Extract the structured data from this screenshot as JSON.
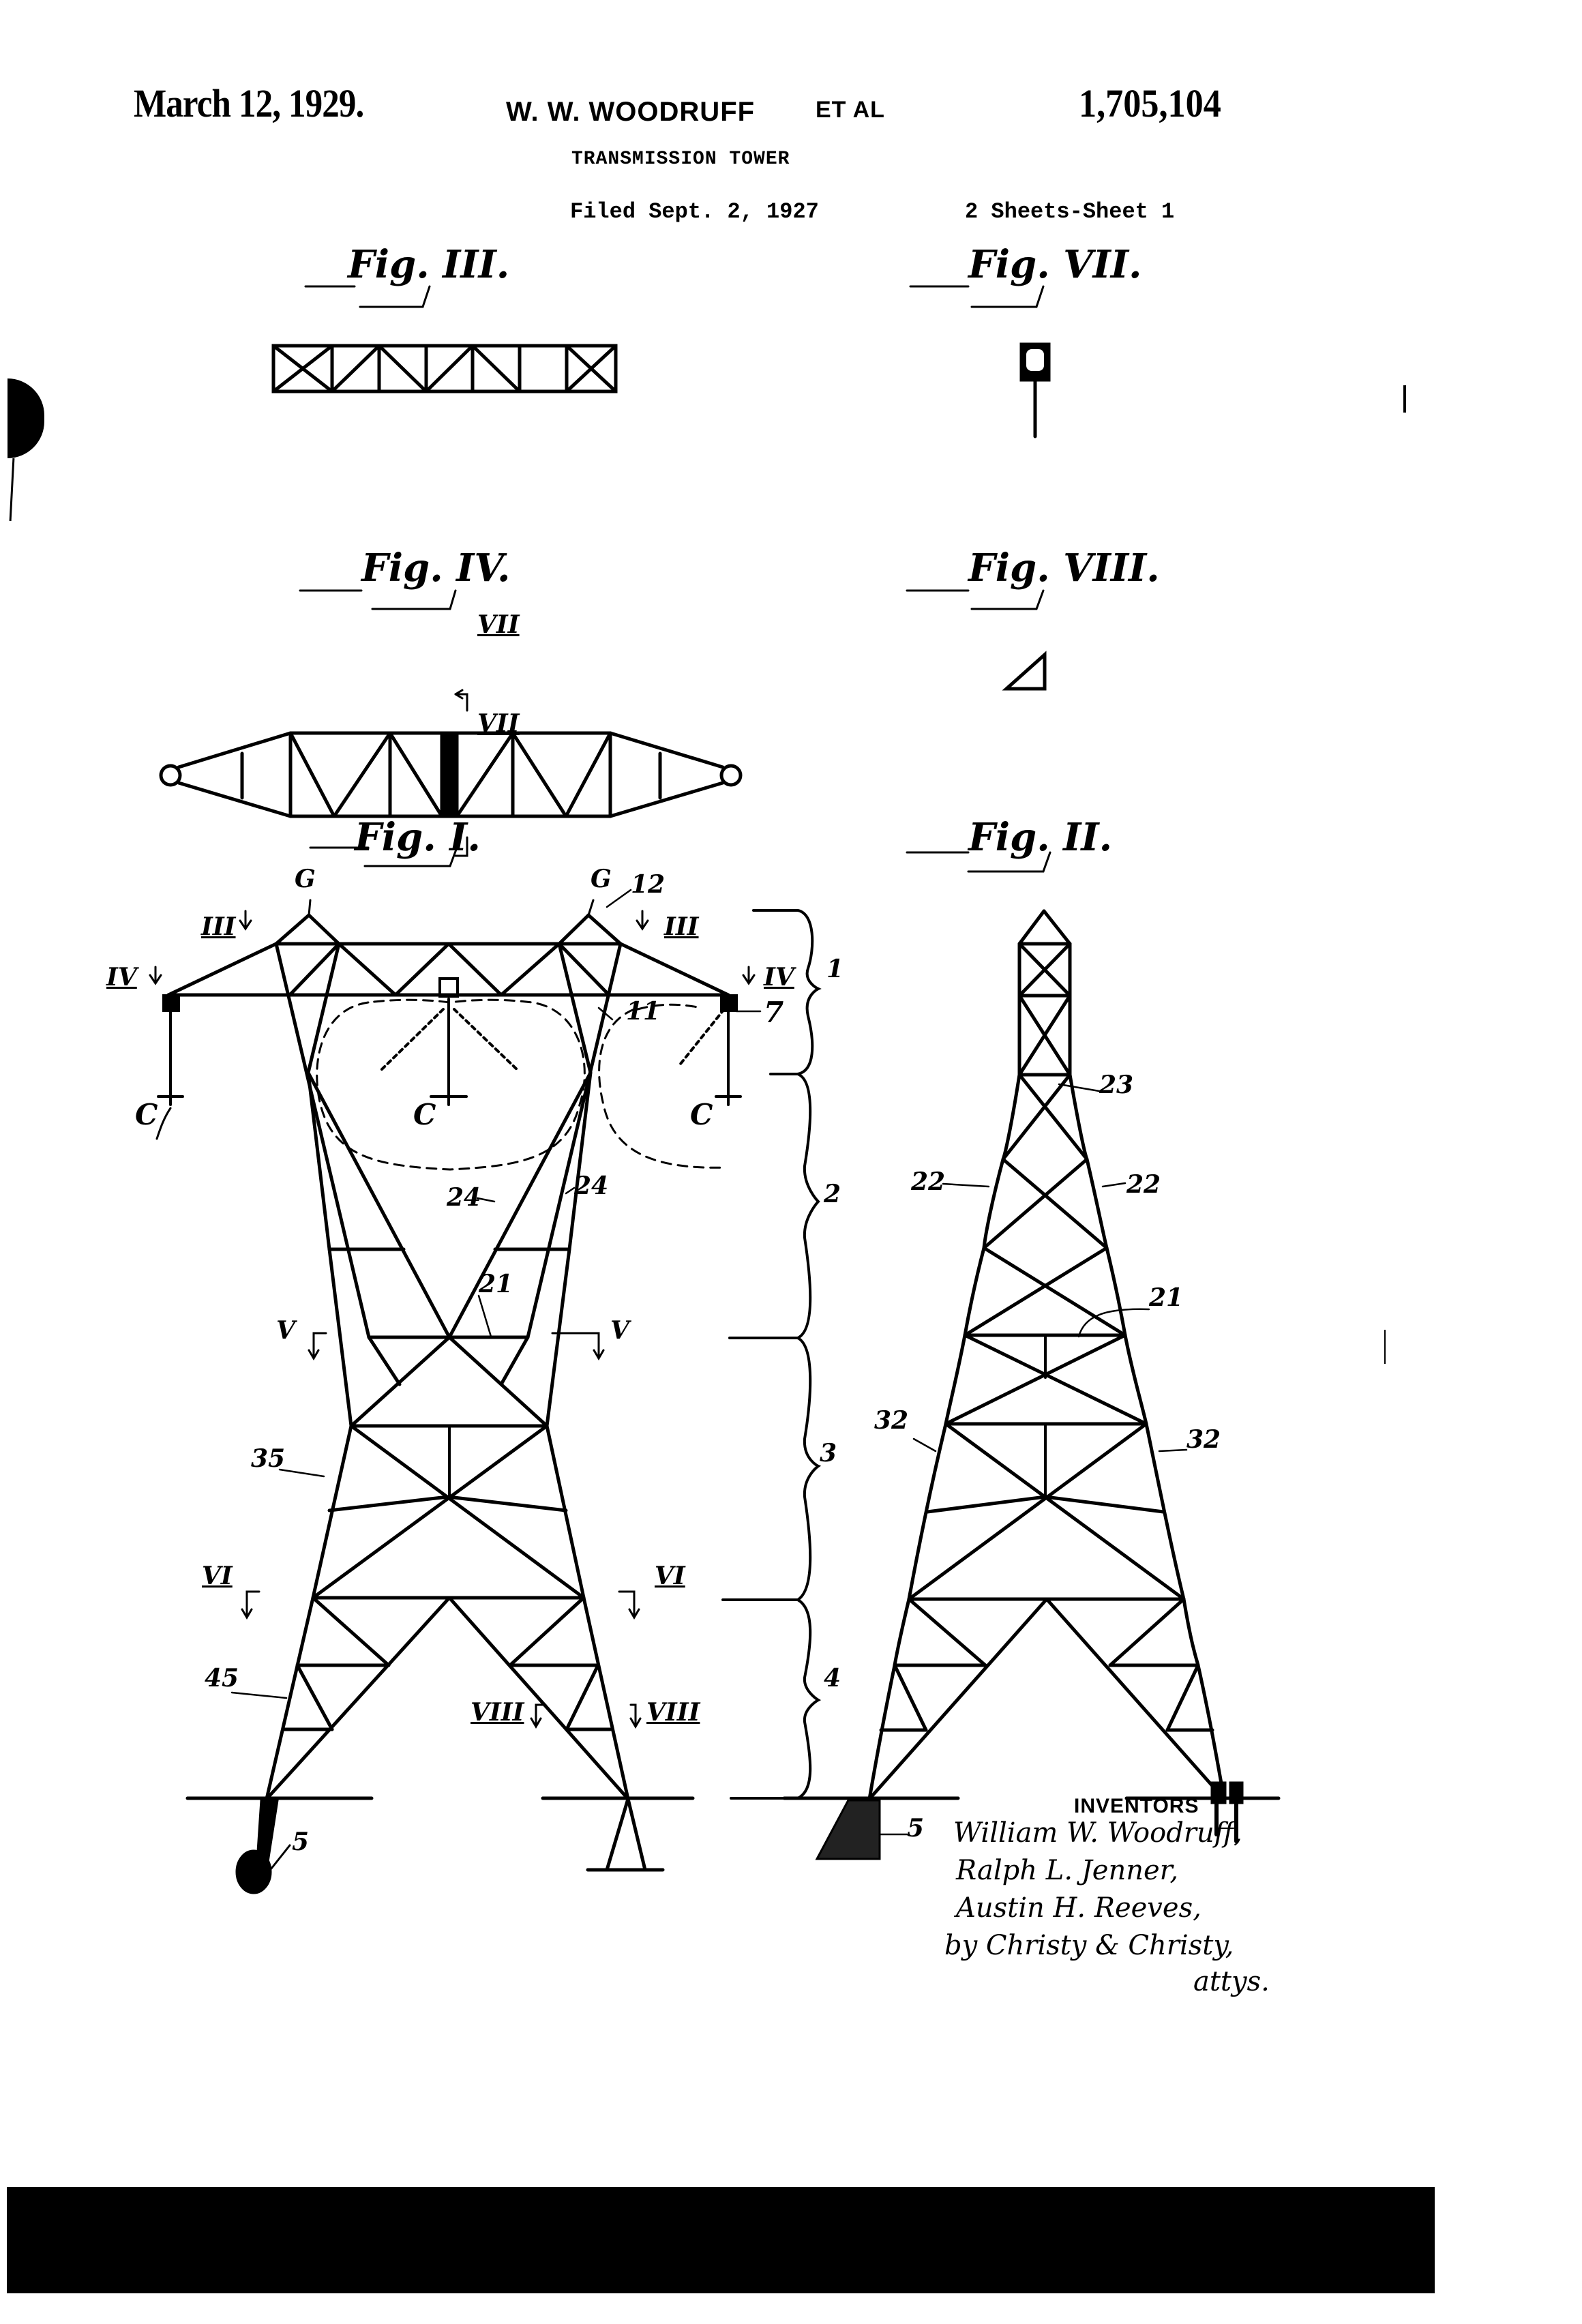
{
  "header": {
    "date": "March 12, 1929.",
    "inventor": "W. W. WOODRUFF",
    "et_al": "ET AL",
    "patent_number": "1,705,104",
    "title": "TRANSMISSION TOWER",
    "filed": "Filed Sept. 2, 1927",
    "sheets": "2 Sheets-Sheet  1"
  },
  "figures": {
    "fig3": {
      "label": "Fig. III."
    },
    "fig7": {
      "label": "Fig. VII."
    },
    "fig4": {
      "label": "Fig. IV.",
      "section_top": "VII",
      "section_bottom": "VII"
    },
    "fig8": {
      "label": "Fig. VIII."
    },
    "fig1": {
      "label": "Fig. I.",
      "refs": {
        "g_left": "G",
        "g_right": "G",
        "r12": "12",
        "sec3_left": "III",
        "sec3_right": "III",
        "sec4_left": "IV",
        "sec4_right": "IV",
        "r11": "11",
        "r7": "7",
        "c_left": "C",
        "c_center": "C",
        "c_right": "C",
        "r24_left": "24",
        "r24_right": "24",
        "r21": "21",
        "sec5_left": "V",
        "sec5_right": "V",
        "r35": "35",
        "sec6_left": "VI",
        "sec6_right": "VI",
        "r45": "45",
        "sec8_left": "VIII",
        "sec8_right": "VIII",
        "r5": "5"
      },
      "brace_labels": [
        "1",
        "2",
        "3",
        "4"
      ]
    },
    "fig2": {
      "label": "Fig. II.",
      "refs": {
        "r23": "23",
        "r22_left": "22",
        "r22_right": "22",
        "r21": "21",
        "r32_left": "32",
        "r32_right": "32",
        "r5": "5"
      }
    }
  },
  "inventors": {
    "label": "INVENTORS",
    "signatures": [
      "William W. Woodruff,",
      "Ralph L. Jenner,",
      "Austin H. Reeves,",
      "by Christy & Christy,",
      "attys."
    ]
  },
  "colors": {
    "ink": "#000000",
    "paper": "#ffffff"
  }
}
